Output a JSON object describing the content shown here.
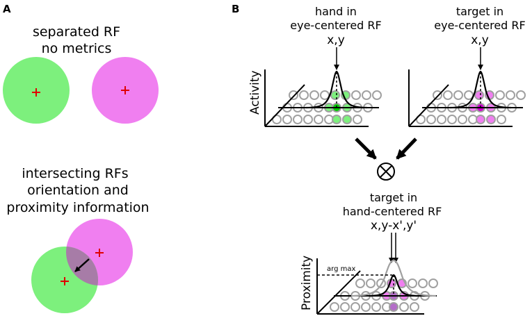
{
  "panel_a": {
    "letter": "A",
    "top_caption": [
      "separated RF",
      "no metrics"
    ],
    "bottom_caption": [
      "intersecting RFs",
      "orientation and",
      "proximity information"
    ]
  },
  "panel_b": {
    "letter": "B",
    "hand": {
      "line1": "hand in",
      "line2": "eye-centered RF",
      "coord": "x,y"
    },
    "target": {
      "line1": "target in",
      "line2": "eye-centered RF",
      "coord": "x,y"
    },
    "y_axis_top": "Activity",
    "result": {
      "line1": "target in",
      "line2": "hand-centered RF",
      "coord": "x,y-x',y'"
    },
    "y_axis_bottom": "Proximity",
    "arg_max_label": "arg max"
  },
  "colors": {
    "green": "#7df07d",
    "magenta": "#f07ff0",
    "overlap": "#a77ca7",
    "cross": "#e00000",
    "grid_circle": "#a0a0a0",
    "green_dark": "#00cc00",
    "magenta_dark": "#d000d0",
    "purple": "#b46ec8"
  }
}
